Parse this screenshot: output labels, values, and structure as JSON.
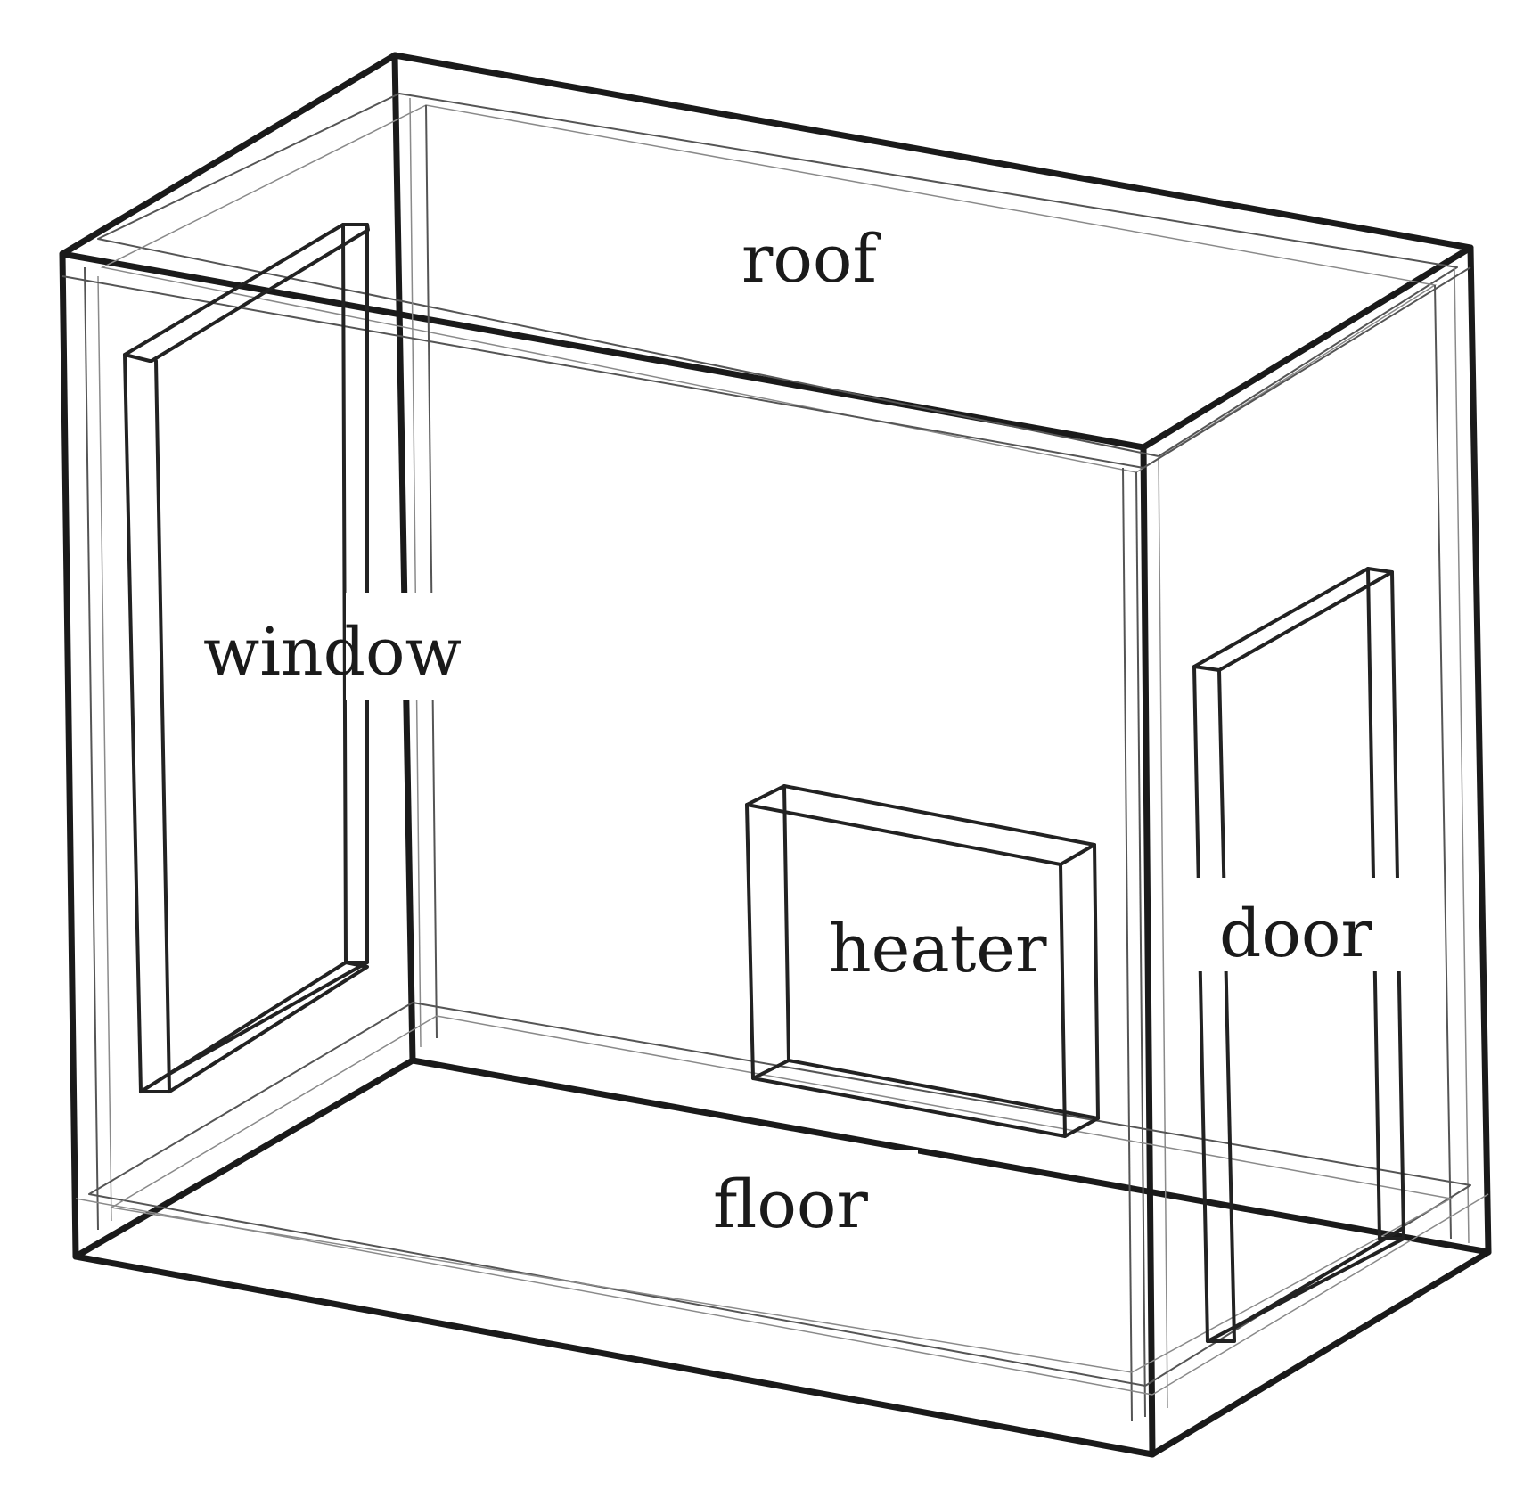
{
  "labels": {
    "roof": "roof",
    "window": "window",
    "heater": "heater",
    "door": "door",
    "floor": "floor"
  },
  "colors": {
    "line": "#1a1a1a",
    "background": "#ffffff"
  }
}
